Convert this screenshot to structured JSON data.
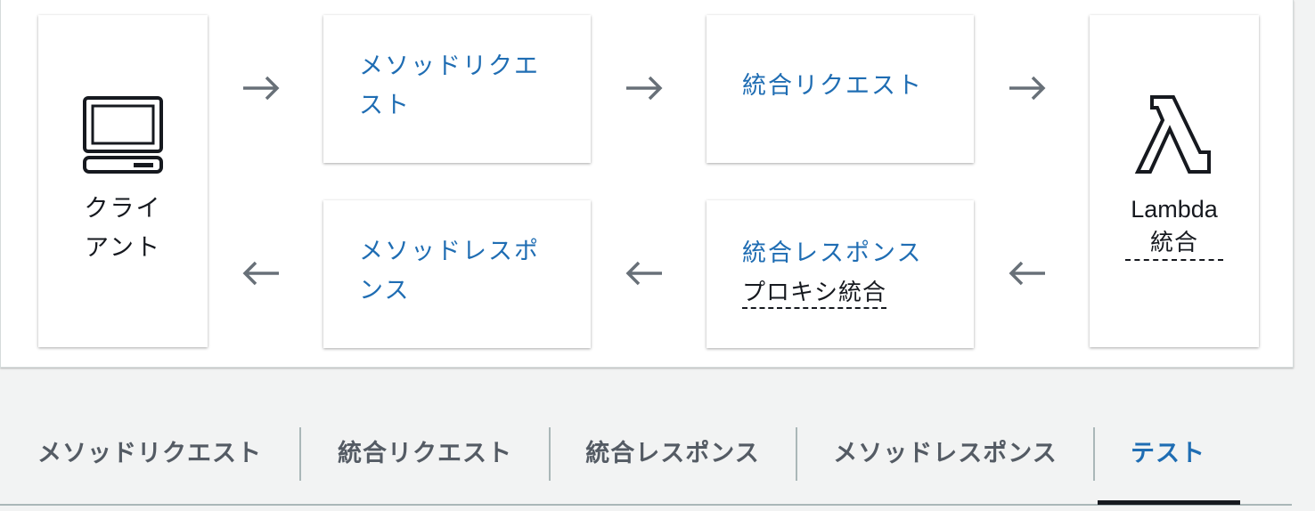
{
  "flow": {
    "client": {
      "label_line1": "クライ",
      "label_line2": "アント",
      "icon": "computer-icon"
    },
    "method_request": {
      "label_line1": "メソッドリクエ",
      "label_line2": "スト"
    },
    "integration_request": {
      "label": "統合リクエスト"
    },
    "lambda": {
      "label": "Lambda",
      "sublabel": "統合",
      "icon": "lambda-icon"
    },
    "method_response": {
      "label_line1": "メソッドレスポ",
      "label_line2": "ンス"
    },
    "integration_response": {
      "label": "統合レスポンス",
      "sublabel": "プロキシ統合"
    },
    "arrows": [
      "arrow-right-icon",
      "arrow-left-icon"
    ]
  },
  "tabs": [
    {
      "label": "メソッドリクエスト",
      "active": false
    },
    {
      "label": "統合リクエスト",
      "active": false
    },
    {
      "label": "統合レスポンス",
      "active": false
    },
    {
      "label": "メソッドレスポンス",
      "active": false
    },
    {
      "label": "テスト",
      "active": true
    }
  ],
  "colors": {
    "link": "#1f6db3",
    "text": "#16191f",
    "tab_inactive": "#545b64",
    "arrow": "#687078",
    "background": "#f2f3f3"
  }
}
